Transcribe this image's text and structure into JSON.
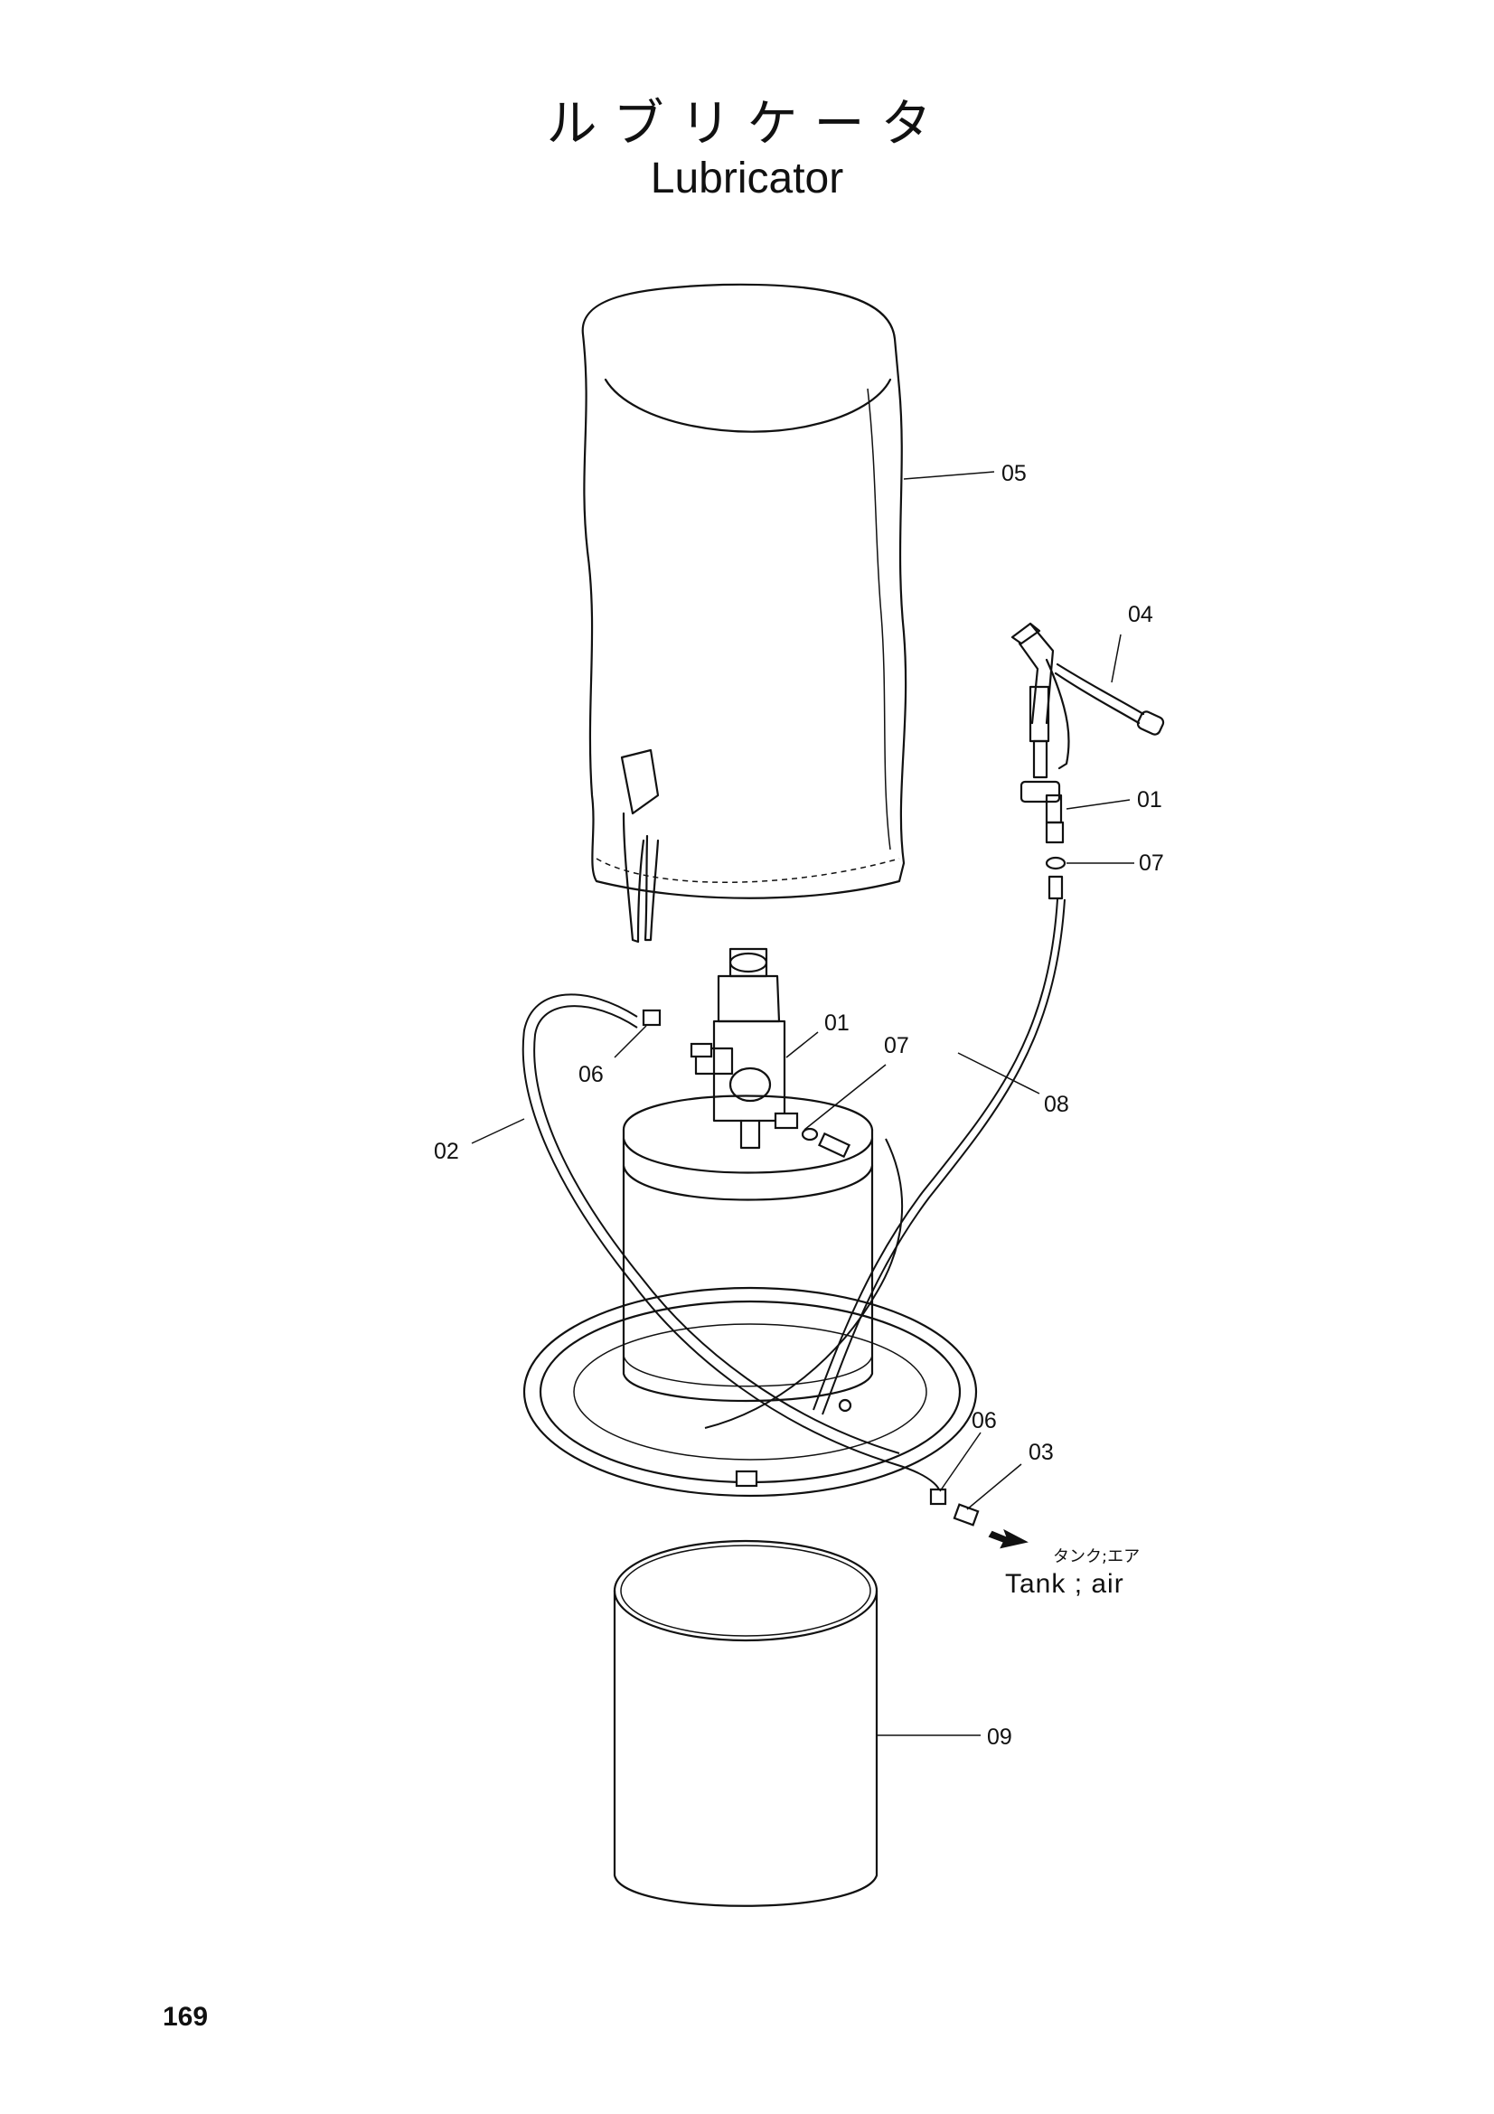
{
  "title": {
    "japanese": "ルブリケータ",
    "english": "Lubricator"
  },
  "callouts": {
    "c01_top": "01",
    "c01_mid": "01",
    "c02": "02",
    "c03": "03",
    "c04": "04",
    "c05": "05",
    "c06_left": "06",
    "c06_bottom": "06",
    "c07_top": "07",
    "c07_mid": "07",
    "c08": "08",
    "c09": "09"
  },
  "destination": {
    "japanese": "タンク;エア",
    "english": "Tank ; air"
  },
  "page_number": "169"
}
